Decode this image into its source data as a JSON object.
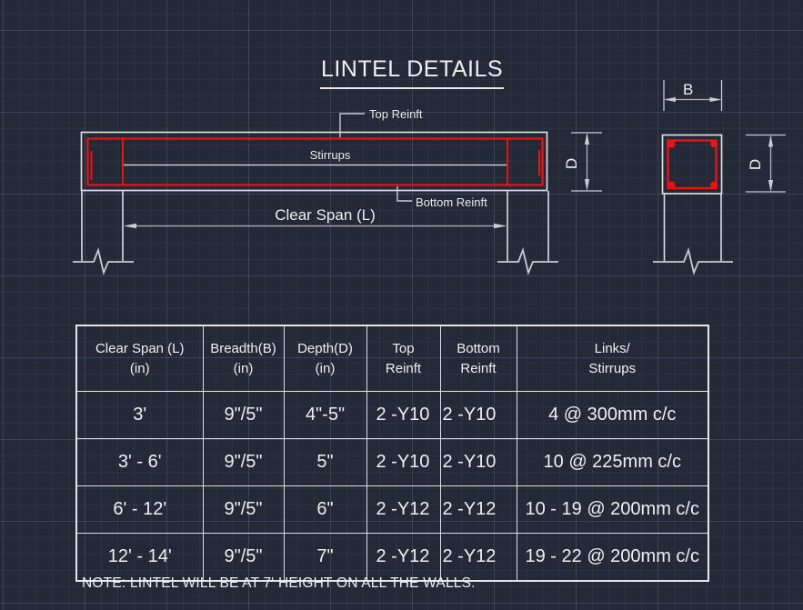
{
  "title": "LINTEL DETAILS",
  "drawing": {
    "labels": {
      "top_reinft": "Top Reinft",
      "stirrups": "Stirrups",
      "bottom_reinft": "Bottom Reinft",
      "clear_span": "Clear Span (L)",
      "depth_elevation": "D",
      "breadth_section": "B",
      "depth_section": "D"
    },
    "colors": {
      "background": "#232936",
      "outline_white": "#dcdee3",
      "dimension_gray": "#c9ccd2",
      "reinforcement_red": "#ed1111",
      "text": "#eef0f3"
    }
  },
  "table": {
    "headers": [
      {
        "line1": "Clear Span (L)",
        "line2": "(in)"
      },
      {
        "line1": "Breadth(B)",
        "line2": "(in)"
      },
      {
        "line1": "Depth(D)",
        "line2": "(in)"
      },
      {
        "line1": "Top",
        "line2": "Reinft"
      },
      {
        "line1": "Bottom",
        "line2": "Reinft"
      },
      {
        "line1": "Links/",
        "line2": "Stirrups"
      }
    ],
    "rows": [
      [
        "3'",
        "9\"/5\"",
        "4\"-5\"",
        "2 -Y10",
        "2 -Y10",
        "4 @ 300mm c/c"
      ],
      [
        "3' - 6'",
        "9\"/5\"",
        "5\"",
        "2 -Y10",
        "2 -Y10",
        "10 @ 225mm c/c"
      ],
      [
        "6' - 12'",
        "9\"/5\"",
        "6\"",
        "2 -Y12",
        "2 -Y12",
        "10 - 19 @ 200mm c/c"
      ],
      [
        "12' - 14'",
        "9\"/5\"",
        "7\"",
        "2 -Y12",
        "2 -Y12",
        "19 - 22 @ 200mm c/c"
      ]
    ]
  },
  "note": "NOTE: LINTEL WILL BE AT 7' HEIGHT ON ALL THE WALLS."
}
